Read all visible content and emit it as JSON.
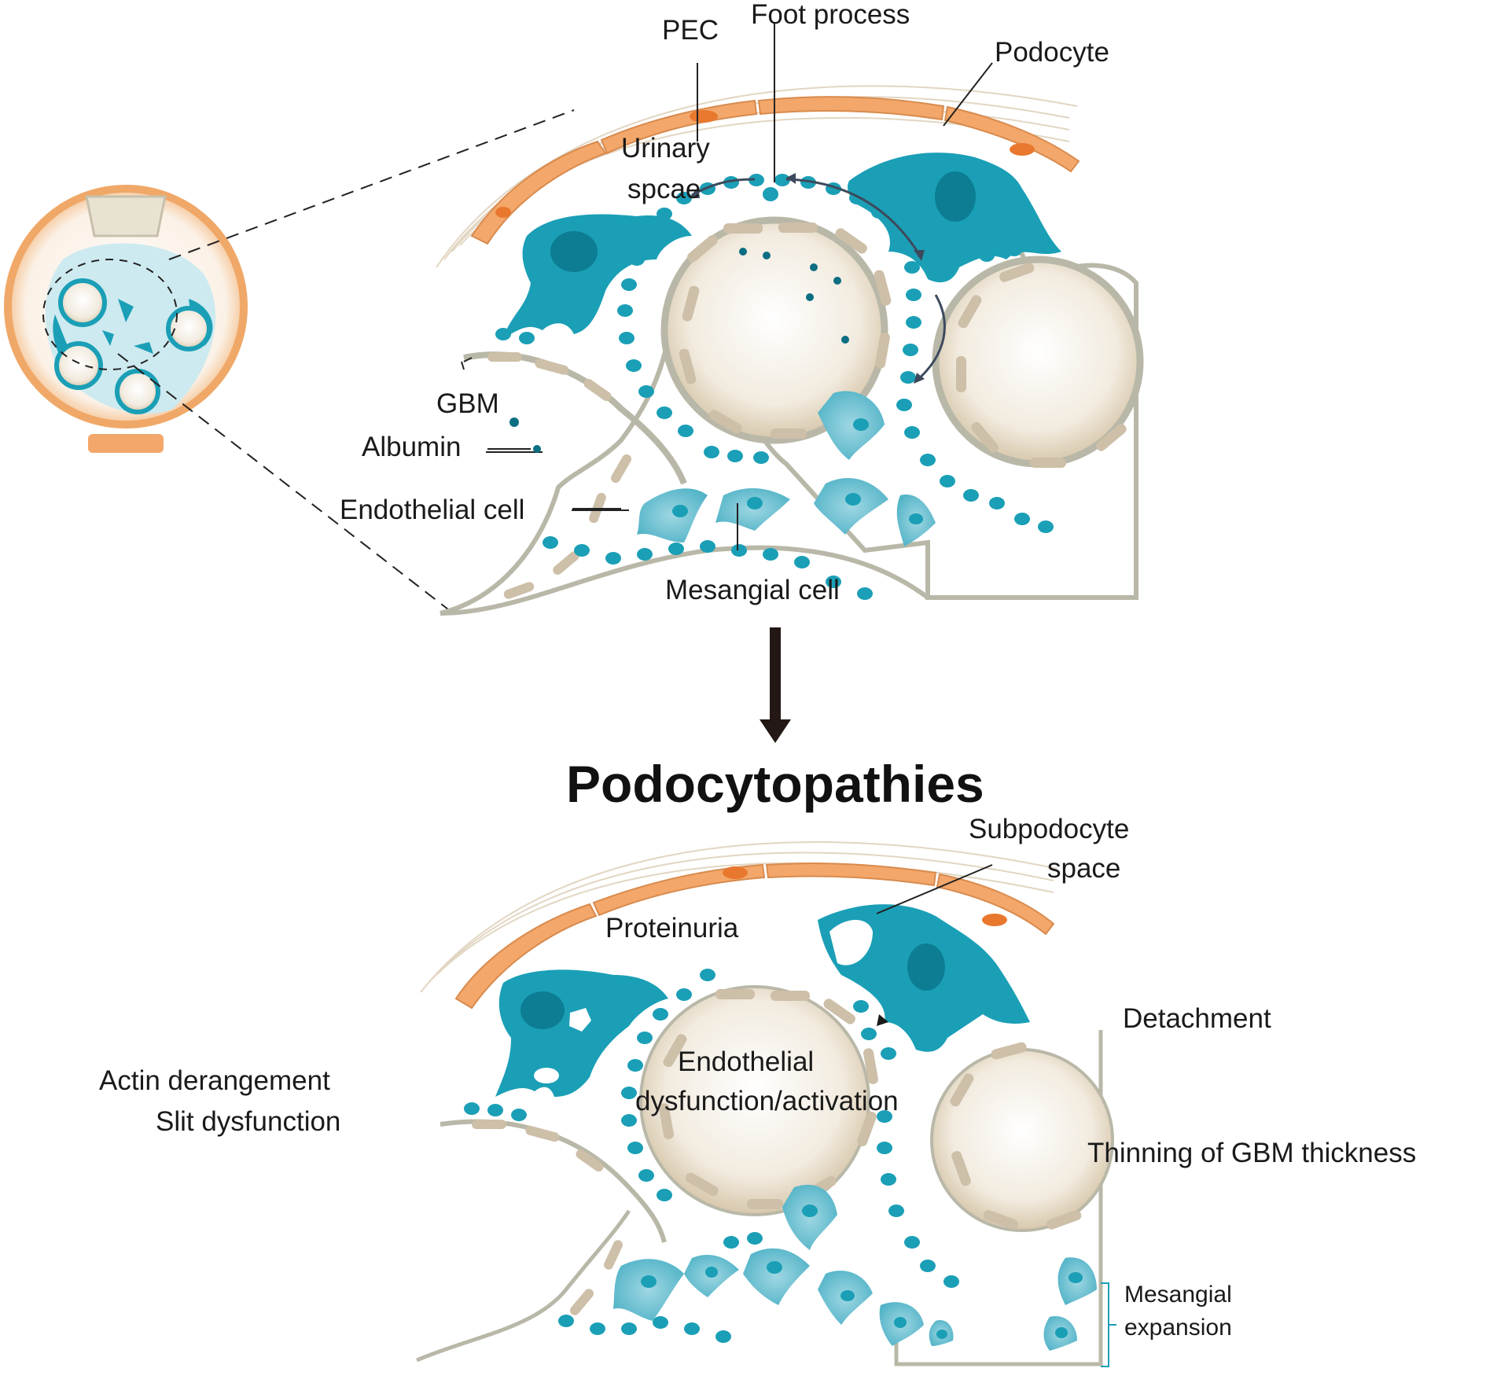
{
  "top_panel": {
    "labels": {
      "pec": "PEC",
      "foot_process": "Foot process",
      "podocyte": "Podocyte",
      "urinary_space_line1": "Urinary",
      "urinary_space_line2": "spcae",
      "gbm": "GBM",
      "albumin": "Albumin",
      "endothelial_cell": "Endothelial cell",
      "mesangial_cell": "Mesangial cell"
    }
  },
  "title": "Podocytopathies",
  "bottom_panel": {
    "labels": {
      "subpodocyte_line1": "Subpodocyte",
      "subpodocyte_line2": "space",
      "proteinuria": "Proteinuria",
      "detachment": "Detachment",
      "actin_derangement": "Actin derangement",
      "slit_dysfunction": "Slit dysfunction",
      "endothelial_line1": "Endothelial",
      "endothelial_line2": "dysfunction/activation",
      "thinning_gbm": "Thinning of GBM thickness",
      "mesangial_line1": "Mesangial",
      "mesangial_line2": "expansion"
    }
  },
  "colors": {
    "podocyte": "#1a9fb6",
    "podocyte_dark": "#0c7d93",
    "mesangial": "#6ec3d4",
    "pec": "#f3a76a",
    "pec_nucleus": "#e8782e",
    "gbm": "#b9b8a8",
    "capillary_lumen": "#ece3d3",
    "endothelial": "#cdbfa8"
  }
}
